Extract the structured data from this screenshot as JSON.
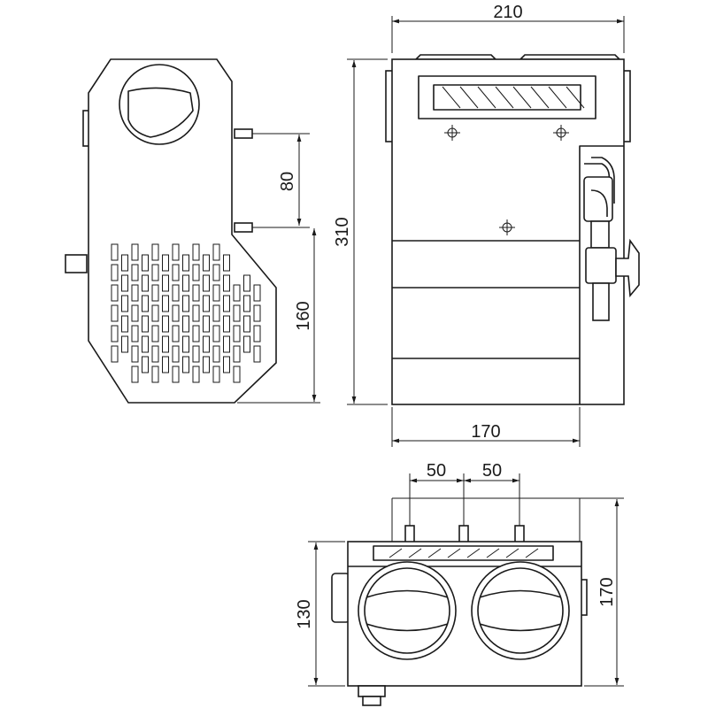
{
  "side_view": {
    "dim_pipe_spacing": "80",
    "dim_lower_height": "160"
  },
  "front_view": {
    "dim_top_width": "210",
    "dim_height": "310",
    "dim_bottom_width": "170"
  },
  "bottom_view": {
    "dim_pin_spacing_1": "50",
    "dim_pin_spacing_2": "50",
    "dim_depth": "130",
    "dim_total_depth": "170"
  }
}
